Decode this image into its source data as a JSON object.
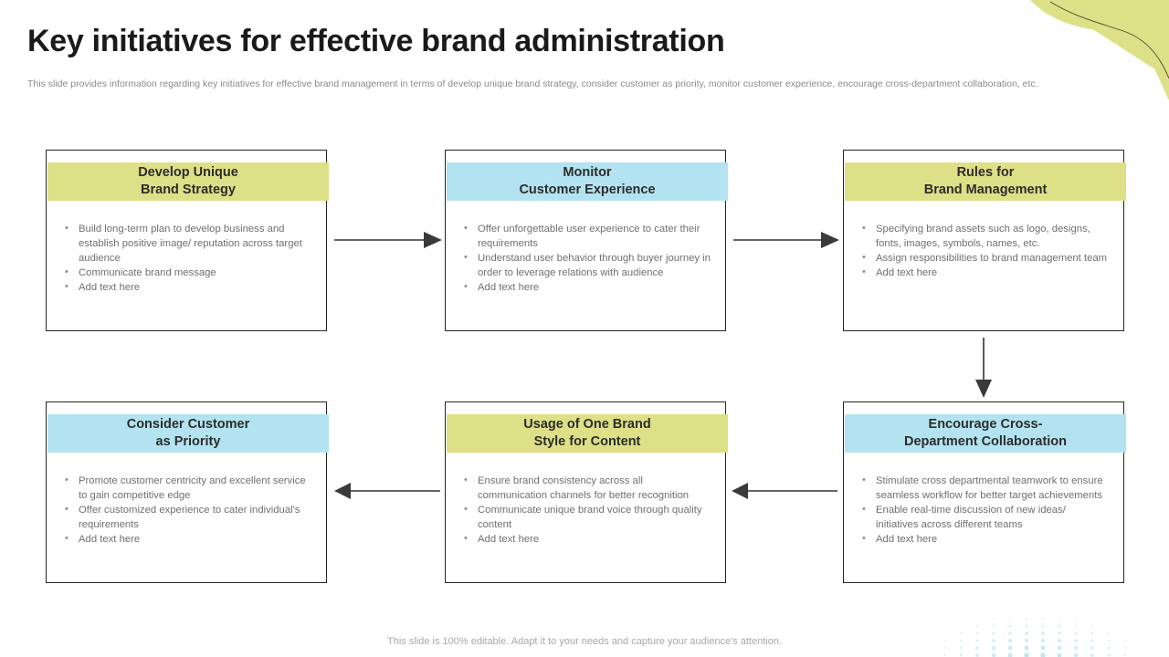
{
  "slide": {
    "title": "Key initiatives for effective brand administration",
    "subtitle": "This slide provides information regarding key initiatives for effective  brand management in terms of develop unique brand strategy, consider customer as priority, monitor customer experience, encourage cross-department collaboration, etc.",
    "footer": "This slide is 100% editable. Adapt it to your needs and capture your audience's attention."
  },
  "colors": {
    "green_header": "#dde086",
    "blue_header": "#b3e3f0",
    "card_border": "#262626",
    "body_text": "#6f6f6f",
    "title_text": "#1a1a1a",
    "blob": "#dde086",
    "dots": "#b3e3f0"
  },
  "cards": [
    {
      "id": "develop-unique-brand-strategy",
      "title_line1": "Develop Unique",
      "title_line2": "Brand Strategy",
      "accent": "green",
      "bullets": [
        "Build long-term plan to develop  business and establish positive image/ reputation across target audience",
        "Communicate  brand  message",
        "Add text here"
      ]
    },
    {
      "id": "monitor-customer-experience",
      "title_line1": "Monitor",
      "title_line2": "Customer Experience",
      "accent": "blue",
      "bullets": [
        "Offer  unforgettable  user experience  to cater their requirements",
        "Understand  user behavior  through  buyer journey in order to leverage  relations with audience",
        "Add text here"
      ]
    },
    {
      "id": "rules-for-brand-management",
      "title_line1": "Rules for",
      "title_line2": "Brand Management",
      "accent": "green",
      "bullets": [
        "Specifying brand assets such as logo, designs, fonts, images, symbols, names, etc.",
        "Assign responsibilities to brand management  team",
        "Add text here"
      ]
    },
    {
      "id": "consider-customer-as-priority",
      "title_line1": "Consider Customer",
      "title_line2": "as Priority",
      "accent": "blue",
      "bullets": [
        "Promote  customer centricity and  excellent service  to gain  competitive  edge",
        "Offer  customized experience  to cater individual's  requirements",
        "Add text here"
      ]
    },
    {
      "id": "usage-of-one-brand-style-for-content",
      "title_line1": "Usage of One Brand",
      "title_line2": "Style for Content",
      "accent": "green",
      "bullets": [
        "Ensure  brand consistency across all communication  channels for better recognition",
        "Communicate  unique  brand voice through quality content",
        "Add text here"
      ]
    },
    {
      "id": "encourage-cross-department-collaboration",
      "title_line1": "Encourage Cross-",
      "title_line2": "Department Collaboration",
      "accent": "blue",
      "bullets": [
        "Stimulate cross departmental  teamwork to ensure  seamless workflow  for  better target achievements",
        "Enable  real-time discussion of new ideas/ initiatives  across different  teams",
        "Add text here"
      ]
    }
  ],
  "arrows": [
    {
      "id": "arrow-card1-to-card2",
      "direction": "right"
    },
    {
      "id": "arrow-card2-to-card3",
      "direction": "right"
    },
    {
      "id": "arrow-card3-to-card6",
      "direction": "down"
    },
    {
      "id": "arrow-card6-to-card5",
      "direction": "left"
    },
    {
      "id": "arrow-card5-to-card4",
      "direction": "left"
    }
  ]
}
